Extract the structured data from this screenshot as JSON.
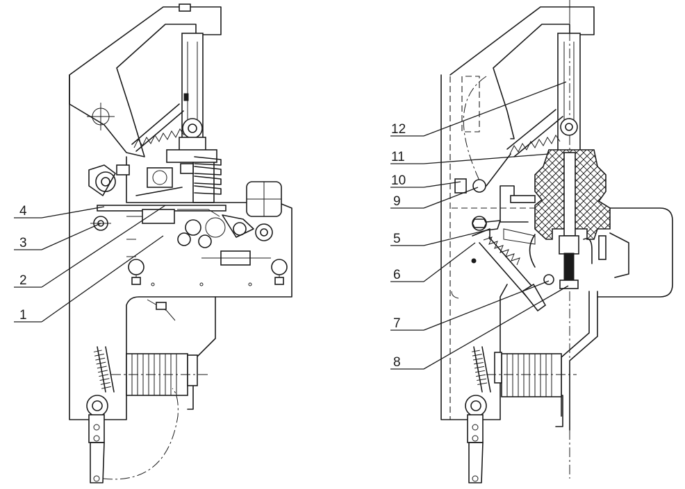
{
  "labels_left": [
    "4",
    "3",
    "2",
    "1"
  ],
  "labels_right": [
    "12",
    "11",
    "10",
    "9",
    "5",
    "6",
    "7",
    "8"
  ],
  "colors": {
    "line": "#1a1a1a",
    "background": "#ffffff"
  }
}
